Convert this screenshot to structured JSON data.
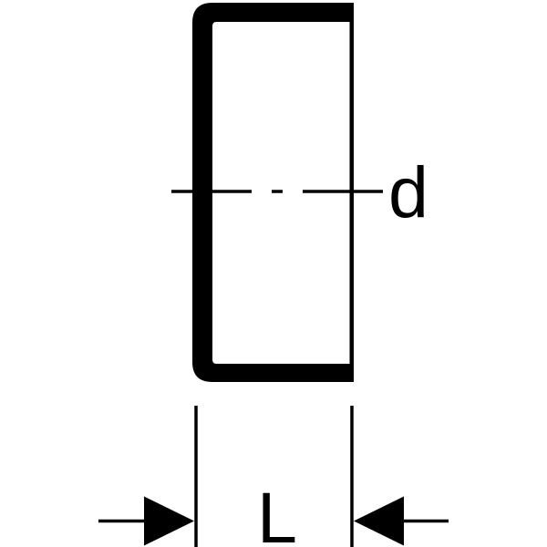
{
  "diagram": {
    "description": "Technical dimension drawing of a pipe end cap cross-section",
    "labels": {
      "diameter": "d",
      "length": "L"
    },
    "colors": {
      "foreground": "#000000",
      "background": "#ffffff"
    }
  }
}
